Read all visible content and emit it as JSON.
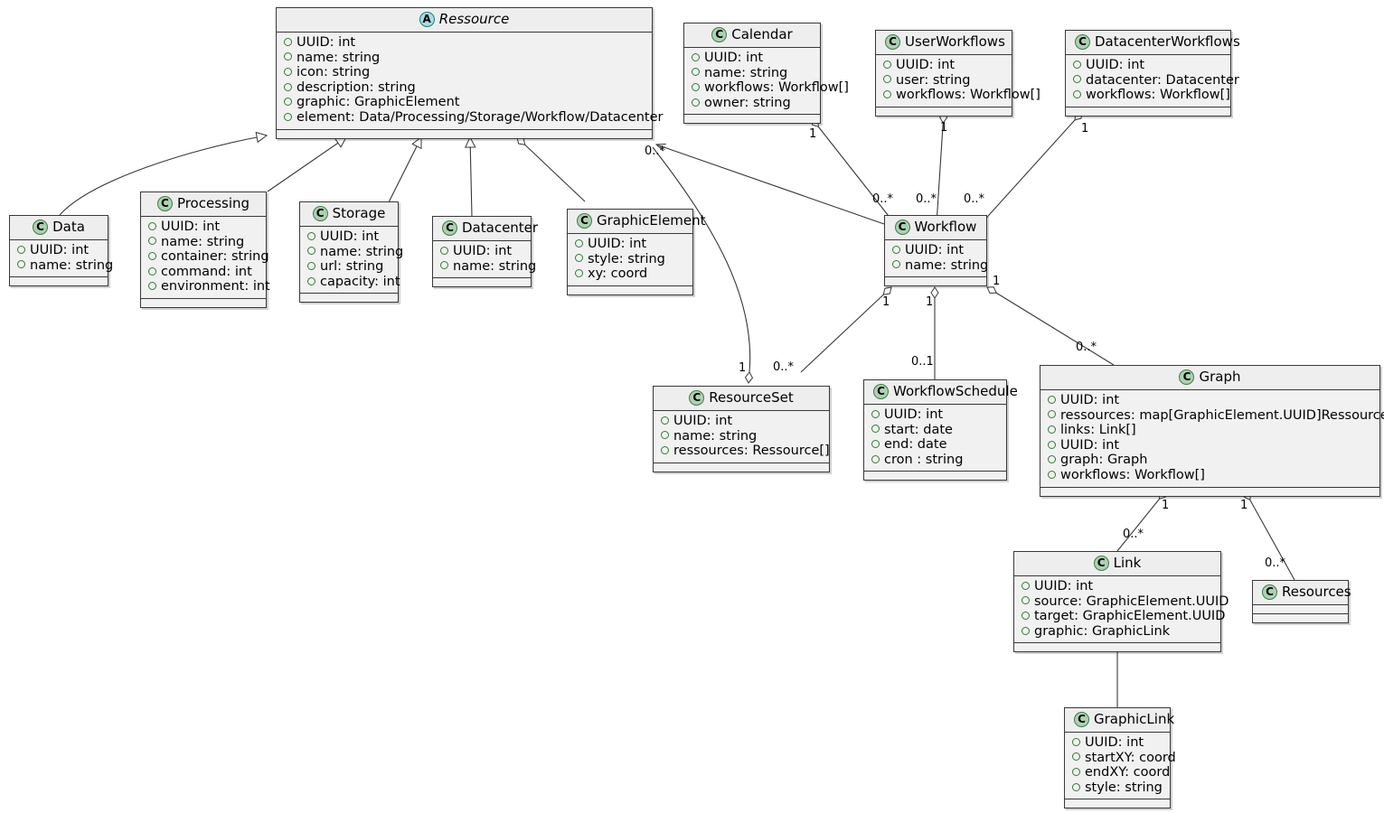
{
  "diagram": {
    "type": "uml-class-diagram",
    "background": "#ffffff",
    "class_fill": "#FEFEFE",
    "header_fill": "#EEEEEE",
    "compartment_fill": "#F1F1F1",
    "border_color": "#383838",
    "class_badge_color": "#ADD1B2",
    "abstract_badge_color": "#A9DCDF",
    "attribute_marker_color": "#2E7D32"
  },
  "classes": {
    "ressource": {
      "name": "Ressource",
      "stereotype": "A",
      "abstract": true,
      "attributes": [
        "UUID: int",
        "name: string",
        "icon: string",
        "description: string",
        "graphic: GraphicElement",
        "element: Data/Processing/Storage/Workflow/Datacenter"
      ]
    },
    "data": {
      "name": "Data",
      "stereotype": "C",
      "abstract": false,
      "attributes": [
        "UUID: int",
        "name: string"
      ]
    },
    "processing": {
      "name": "Processing",
      "stereotype": "C",
      "abstract": false,
      "attributes": [
        "UUID: int",
        "name: string",
        "container: string",
        "command: int",
        "environment: int"
      ]
    },
    "storage": {
      "name": "Storage",
      "stereotype": "C",
      "abstract": false,
      "attributes": [
        "UUID: int",
        "name: string",
        "url: string",
        "capacity: int"
      ]
    },
    "datacenter": {
      "name": "Datacenter",
      "stereotype": "C",
      "abstract": false,
      "attributes": [
        "UUID: int",
        "name: string"
      ]
    },
    "graphicelement": {
      "name": "GraphicElement",
      "stereotype": "C",
      "abstract": false,
      "attributes": [
        "UUID: int",
        "style: string",
        "xy: coord"
      ]
    },
    "calendar": {
      "name": "Calendar",
      "stereotype": "C",
      "abstract": false,
      "attributes": [
        "UUID: int",
        "name: string",
        "workflows: Workflow[]",
        "owner: string"
      ]
    },
    "userworkflows": {
      "name": "UserWorkflows",
      "stereotype": "C",
      "abstract": false,
      "attributes": [
        "UUID: int",
        "user: string",
        "workflows: Workflow[]"
      ]
    },
    "datacenterworkflows": {
      "name": "DatacenterWorkflows",
      "stereotype": "C",
      "abstract": false,
      "attributes": [
        "UUID: int",
        "datacenter: Datacenter",
        "workflows: Workflow[]"
      ]
    },
    "workflow": {
      "name": "Workflow",
      "stereotype": "C",
      "abstract": false,
      "attributes": [
        "UUID: int",
        "name: string"
      ]
    },
    "resourceset": {
      "name": "ResourceSet",
      "stereotype": "C",
      "abstract": false,
      "attributes": [
        "UUID: int",
        "name: string",
        "ressources: Ressource[]"
      ]
    },
    "workflowschedule": {
      "name": "WorkflowSchedule",
      "stereotype": "C",
      "abstract": false,
      "attributes": [
        "UUID: int",
        "start: date",
        "end: date",
        "cron : string"
      ]
    },
    "graph": {
      "name": "Graph",
      "stereotype": "C",
      "abstract": false,
      "attributes": [
        "UUID: int",
        "ressources: map[GraphicElement.UUID]Ressource",
        "links: Link[]",
        "UUID: int",
        "graph: Graph",
        "workflows: Workflow[]"
      ]
    },
    "link": {
      "name": "Link",
      "stereotype": "C",
      "abstract": false,
      "attributes": [
        "UUID: int",
        "source: GraphicElement.UUID",
        "target: GraphicElement.UUID",
        "graphic: GraphicLink"
      ]
    },
    "resources": {
      "name": "Resources",
      "stereotype": "C",
      "abstract": false,
      "attributes": []
    },
    "graphiclink": {
      "name": "GraphicLink",
      "stereotype": "C",
      "abstract": false,
      "attributes": [
        "UUID: int",
        "startXY: coord",
        "endXY: coord",
        "style: string"
      ]
    }
  },
  "edge_labels": {
    "ressource_graphicset": "0..*",
    "calendar_workflow_src": "1",
    "calendar_workflow_dst": "0..*",
    "userworkflows_workflow_src": "1",
    "userworkflows_workflow_dst": "0..*",
    "datacenterworkflows_workflow_src": "1",
    "datacenterworkflows_workflow_dst": "0..*",
    "workflow_resourceset_src": "1",
    "workflow_resourceset_dst": "0..*",
    "workflow_schedule_src": "1",
    "workflow_schedule_dst": "0..1",
    "workflow_graph_src": "1",
    "workflow_graph_dst": "0..*",
    "ressource_resourceset_src": "1",
    "graph_link_src": "1",
    "graph_link_dst": "0..*",
    "graph_resources_src": "1",
    "graph_resources_dst": "0..*"
  }
}
